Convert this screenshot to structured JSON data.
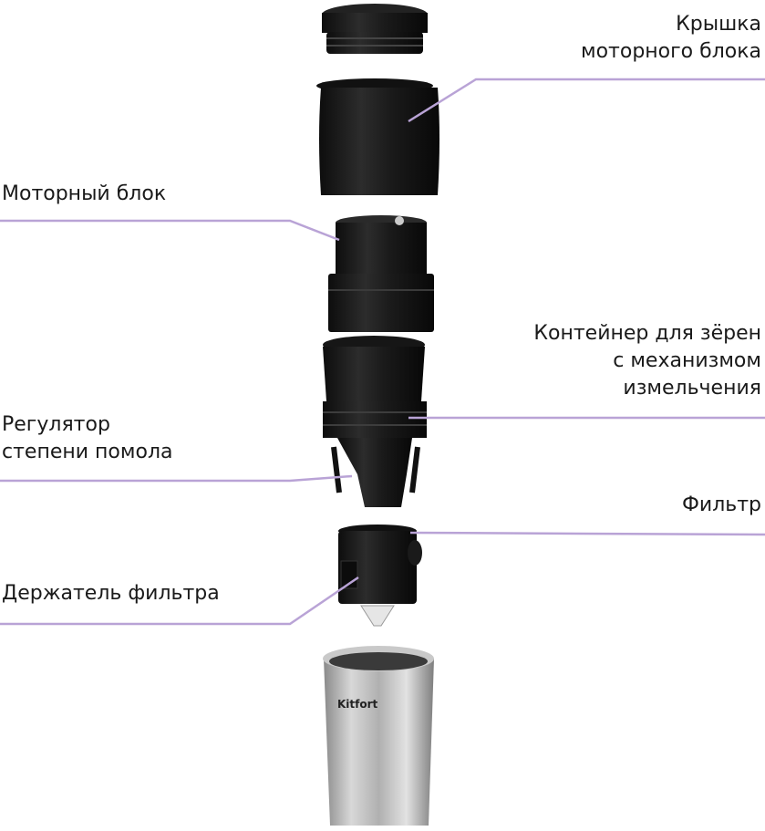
{
  "callout_color": "#b9a3d6",
  "labels": {
    "motor_lid": [
      "Крышка",
      "моторного блока"
    ],
    "motor_block": [
      "Моторный блок"
    ],
    "bean_container": [
      "Контейнер для зёрен",
      "с механизмом",
      "измельчения"
    ],
    "grind_regulator": [
      "Регулятор",
      "степени помола"
    ],
    "filter": [
      "Фильтр"
    ],
    "filter_holder": [
      "Держатель фильтра"
    ]
  },
  "brand": "Kitfort"
}
